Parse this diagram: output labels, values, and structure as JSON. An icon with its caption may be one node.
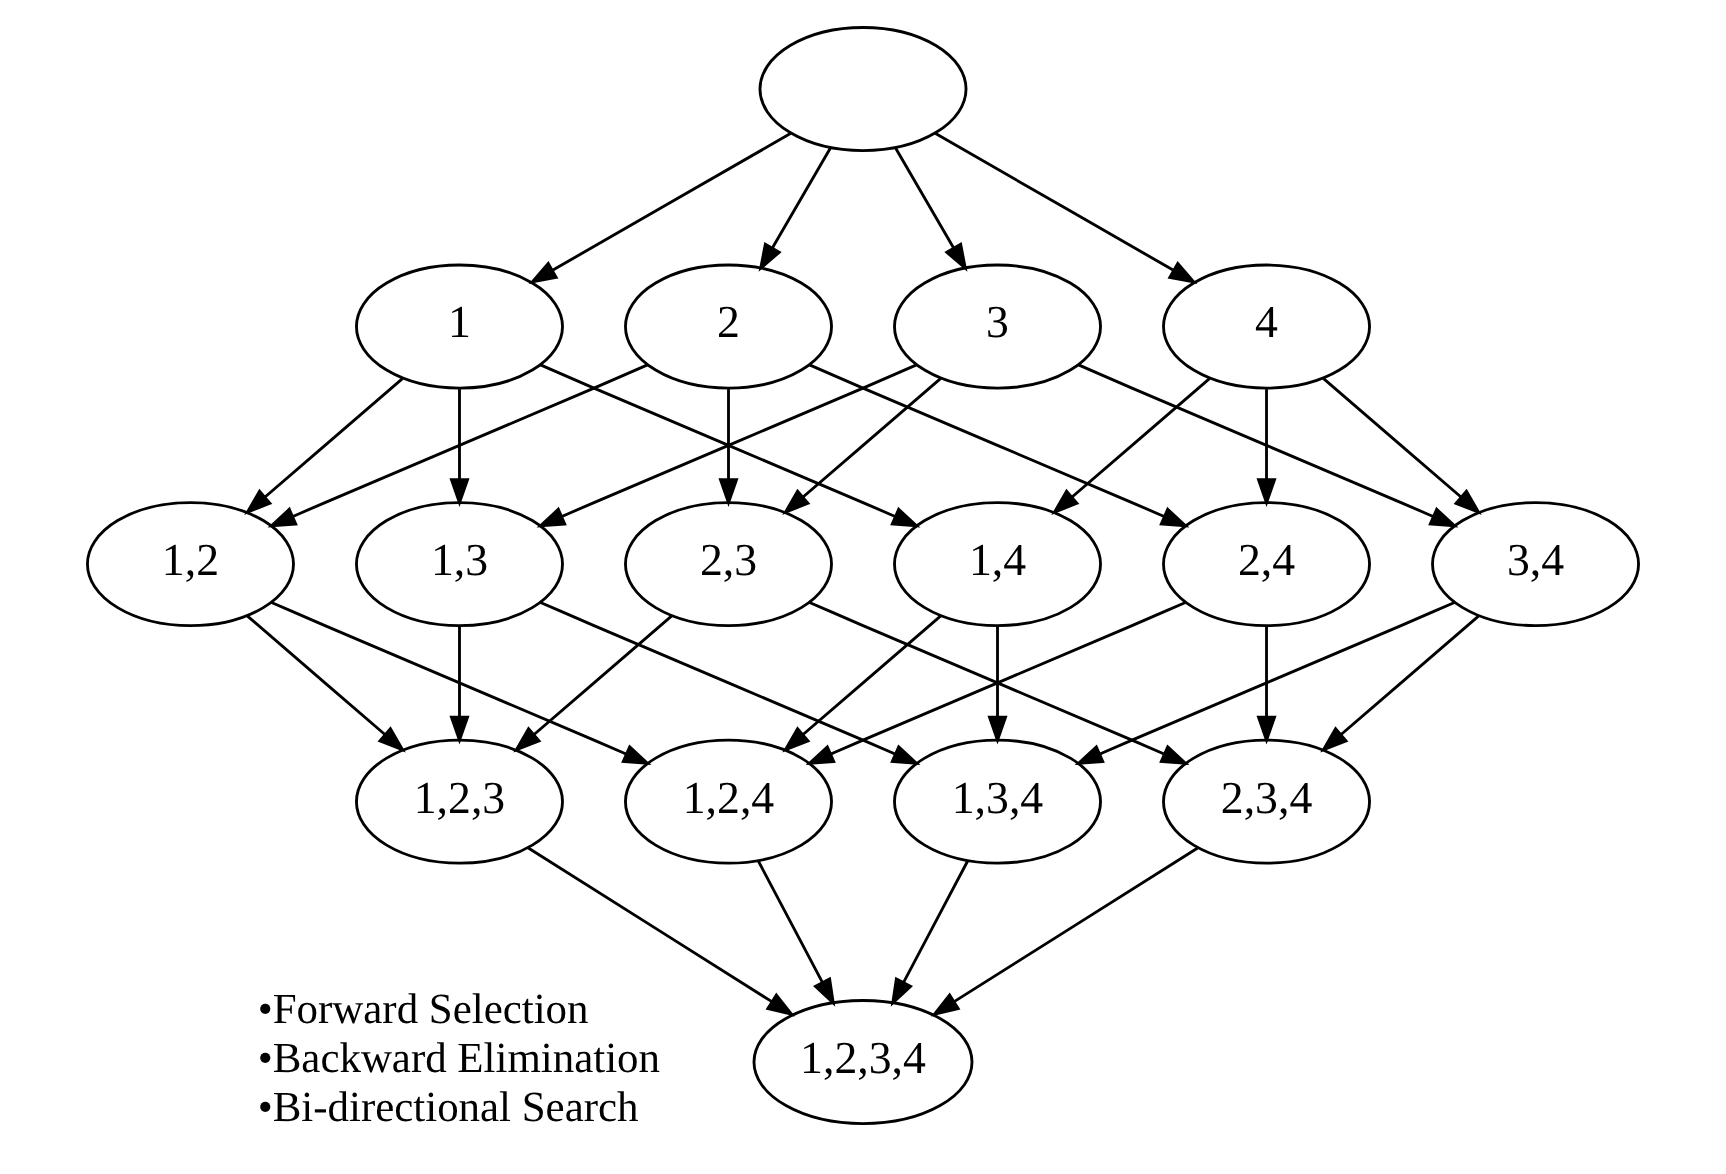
{
  "diagram": {
    "nodes": [
      {
        "text": [],
        "shape": "ellipse"
      },
      {
        "text": [
          "1"
        ]
      },
      {
        "text": [
          "2"
        ]
      },
      {
        "text": [
          "3"
        ]
      },
      {
        "text": [
          "4"
        ]
      },
      {
        "text": [
          "1,2"
        ]
      },
      {
        "text": [
          "1,3"
        ]
      },
      {
        "text": [
          "2,3"
        ]
      },
      {
        "text": [
          "1,4"
        ]
      },
      {
        "text": [
          "2,4"
        ]
      },
      {
        "text": [
          "3,4"
        ]
      },
      {
        "text": [
          "1,2,3"
        ]
      },
      {
        "text": [
          "1,2,4"
        ]
      },
      {
        "text": [
          "1,3,4"
        ]
      },
      {
        "text": [
          "2,3,4"
        ]
      },
      {
        "text": [
          "1,2,3,4"
        ]
      }
    ],
    "edges": [
      {
        "from": 0,
        "to": 1,
        "arrow": "to"
      },
      {
        "from": 0,
        "to": 2,
        "arrow": "to"
      },
      {
        "from": 0,
        "to": 3,
        "arrow": "to"
      },
      {
        "from": 0,
        "to": 4,
        "arrow": "to"
      },
      {
        "from": 1,
        "to": 5,
        "arrow": "to"
      },
      {
        "from": 1,
        "to": 6,
        "arrow": "to"
      },
      {
        "from": 1,
        "to": 8,
        "arrow": "to"
      },
      {
        "from": 2,
        "to": 5,
        "arrow": "to"
      },
      {
        "from": 2,
        "to": 7,
        "arrow": "to"
      },
      {
        "from": 2,
        "to": 9,
        "arrow": "to"
      },
      {
        "from": 3,
        "to": 6,
        "arrow": "to"
      },
      {
        "from": 3,
        "to": 7,
        "arrow": "to"
      },
      {
        "from": 3,
        "to": 10,
        "arrow": "to"
      },
      {
        "from": 4,
        "to": 8,
        "arrow": "to"
      },
      {
        "from": 4,
        "to": 9,
        "arrow": "to"
      },
      {
        "from": 4,
        "to": 10,
        "arrow": "to"
      },
      {
        "from": 5,
        "to": 11,
        "arrow": "to"
      },
      {
        "from": 5,
        "to": 12,
        "arrow": "to"
      },
      {
        "from": 6,
        "to": 11,
        "arrow": "to"
      },
      {
        "from": 6,
        "to": 13,
        "arrow": "to"
      },
      {
        "from": 7,
        "to": 11,
        "arrow": "to"
      },
      {
        "from": 7,
        "to": 14,
        "arrow": "to"
      },
      {
        "from": 8,
        "to": 12,
        "arrow": "to"
      },
      {
        "from": 8,
        "to": 13,
        "arrow": "to"
      },
      {
        "from": 9,
        "to": 12,
        "arrow": "to"
      },
      {
        "from": 9,
        "to": 14,
        "arrow": "to"
      },
      {
        "from": 10,
        "to": 13,
        "arrow": "to"
      },
      {
        "from": 10,
        "to": 14,
        "arrow": "to"
      },
      {
        "from": 11,
        "to": 15,
        "arrow": "to"
      },
      {
        "from": 12,
        "to": 15,
        "arrow": "to"
      },
      {
        "from": 13,
        "to": 15,
        "arrow": "to"
      },
      {
        "from": 14,
        "to": 15,
        "arrow": "to"
      }
    ],
    "labels": [
      "•Forward Selection",
      "•Backward Elimination",
      "•Bi-directional Search"
    ]
  }
}
